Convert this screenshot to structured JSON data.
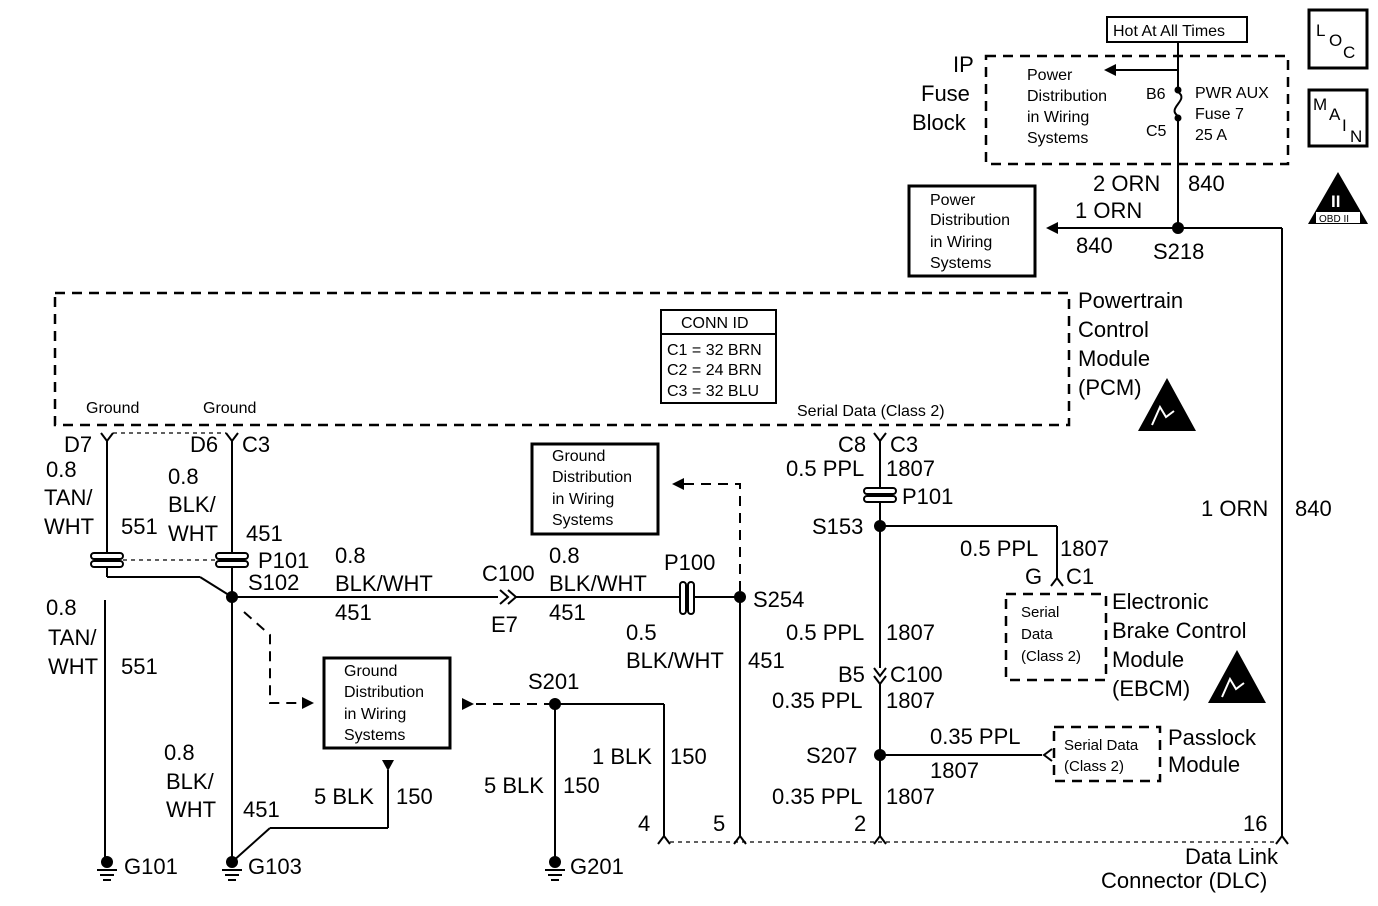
{
  "hot_label": "Hot At All Times",
  "loc_badge": {
    "l1": "L",
    "l2": "O",
    "l3": "C"
  },
  "main_badge": {
    "l1": "M",
    "l2": "A",
    "l3": "I",
    "l4": "N"
  },
  "obd_badge": {
    "numeral": "II",
    "caption": "OBD II"
  },
  "ip_fuse_block": {
    "line1": "IP",
    "line2": "Fuse",
    "line3": "Block"
  },
  "fuse": {
    "pd_line1": "Power",
    "pd_line2": "Distribution",
    "pd_line3": "in Wiring",
    "pd_line4": "Systems",
    "b6": "B6",
    "c5": "C5",
    "name1": "PWR AUX",
    "name2": "Fuse 7",
    "name3": "25 A"
  },
  "wire_top": {
    "w1": "2 ORN",
    "n1": "840",
    "w2": "1 ORN",
    "n2": "840",
    "splice": "S218"
  },
  "pd_box_right": {
    "l1": "Power",
    "l2": "Distribution",
    "l3": "in Wiring",
    "l4": "Systems"
  },
  "pcm": {
    "l1": "Powertrain",
    "l2": "Control",
    "l3": "Module",
    "l4": "(PCM)",
    "conn_title": "CONN ID",
    "c1": "C1 = 32 BRN",
    "c2": "C2 = 24 BRN",
    "c3": "C3 = 32 BLU",
    "ground1": "Ground",
    "ground2": "Ground",
    "serial": "Serial Data (Class 2)"
  },
  "left": {
    "d7": "D7",
    "d6": "D6",
    "c3": "C3",
    "g1_size": "0.8",
    "g1_col1": "TAN/",
    "g1_col2": "WHT",
    "g1_num": "551",
    "g2_size": "0.8",
    "g2_col1": "BLK/",
    "g2_col2": "WHT",
    "g2_num": "451",
    "p101": "P101",
    "s102": "S102",
    "g3_size": "0.8",
    "g3_col1": "TAN/",
    "g3_col2": "WHT",
    "g3_num": "551",
    "g4_size": "0.8",
    "g4_col1": "BLK/",
    "g4_col2": "WHT",
    "g4_num": "451",
    "g101": "G101",
    "g103": "G103",
    "blk5": "5 BLK",
    "n150": "150"
  },
  "mid": {
    "w1_size": "0.8",
    "w1_col": "BLK/WHT",
    "w1_num": "451",
    "c100": "C100",
    "e7": "E7",
    "w2_size": "0.8",
    "w2_col": "BLK/WHT",
    "w2_num": "451",
    "p100": "P100",
    "s254": "S254",
    "w3_size": "0.5",
    "w3_col": "BLK/WHT",
    "w3_num": "451",
    "gd_top_l1": "Ground",
    "gd_top_l2": "Distribution",
    "gd_top_l3": "in Wiring",
    "gd_top_l4": "Systems",
    "gd_bot_l1": "Ground",
    "gd_bot_l2": "Distribution",
    "gd_bot_l3": "in Wiring",
    "gd_bot_l4": "Systems",
    "s201": "S201",
    "blk1": "1 BLK",
    "n150a": "150",
    "blk5": "5 BLK",
    "n150b": "150",
    "g201": "G201"
  },
  "serial": {
    "c8": "C8",
    "c3": "C3",
    "ppl05a": "0.5 PPL",
    "n1807a": "1807",
    "p101": "P101",
    "s153": "S153",
    "ppl05b": "0.5 PPL",
    "n1807b": "1807",
    "g": "G",
    "c1": "C1",
    "ppl05c": "0.5 PPL",
    "n1807c": "1807",
    "b5": "B5",
    "c100": "C100",
    "ppl035a": "0.35 PPL",
    "n1807d": "1807",
    "s207": "S207",
    "ppl035b": "0.35 PPL",
    "n1807e": "1807",
    "ppl035c": "0.35 PPL",
    "n1807f": "1807"
  },
  "ebcm": {
    "sd1": "Serial",
    "sd2": "Data",
    "sd3": "(Class 2)",
    "l1": "Electronic",
    "l2": "Brake Control",
    "l3": "Module",
    "l4": "(EBCM)"
  },
  "passlock": {
    "sd1": "Serial Data",
    "sd2": "(Class 2)",
    "l1": "Passlock",
    "l2": "Module"
  },
  "right_wire": {
    "col": "1 ORN",
    "num": "840"
  },
  "dlc": {
    "p4": "4",
    "p5": "5",
    "p2": "2",
    "p16": "16",
    "l1": "Data Link",
    "l2": "Connector (DLC)"
  }
}
